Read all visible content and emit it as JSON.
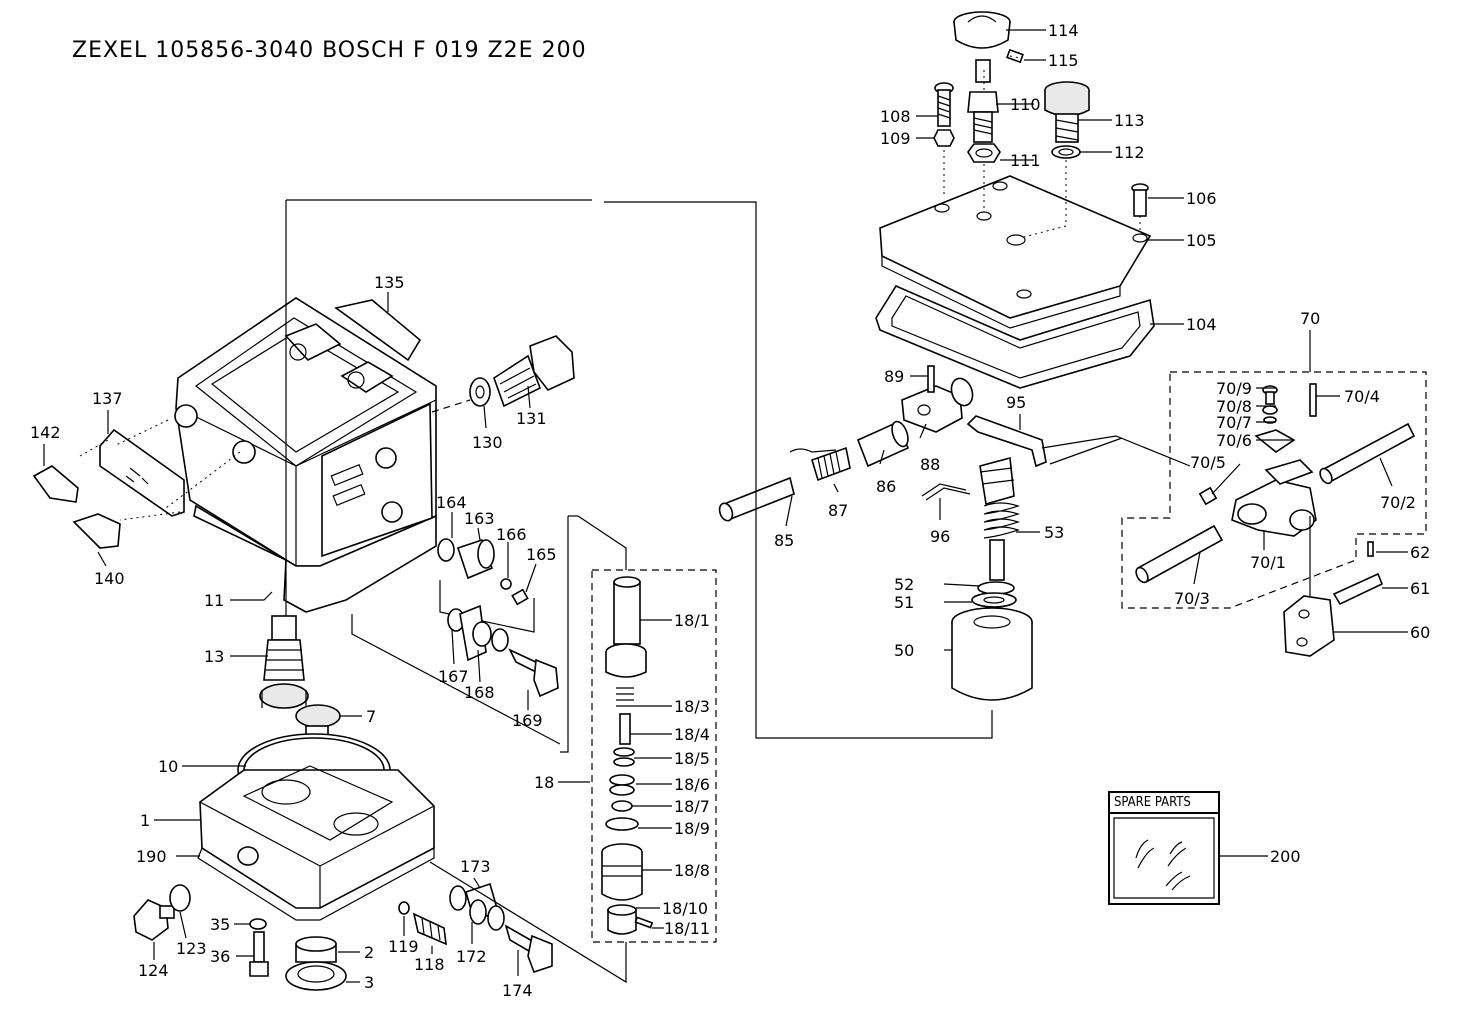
{
  "title": "ZEXEL 105856-3040 BOSCH F 019 Z2E 200",
  "spare_parts_label": "SPARE PARTS",
  "part_labels": {
    "p114": "114",
    "p115": "115",
    "p108": "108",
    "p110": "110",
    "p113": "113",
    "p109": "109",
    "p111": "111",
    "p112": "112",
    "p106": "106",
    "p105": "105",
    "p104": "104",
    "p70": "70",
    "p89": "89",
    "p95": "95",
    "p70_9": "70/9",
    "p70_4": "70/4",
    "p70_8": "70/8",
    "p70_7": "70/7",
    "p70_6": "70/6",
    "p70_5": "70/5",
    "p88": "88",
    "p86": "86",
    "p87": "87",
    "p85": "85",
    "p96": "96",
    "p53": "53",
    "p70_2": "70/2",
    "p70_1": "70/1",
    "p70_3": "70/3",
    "p62": "62",
    "p61": "61",
    "p60": "60",
    "p52": "52",
    "p51": "51",
    "p50": "50",
    "p200": "200",
    "p135": "135",
    "p137": "137",
    "p142": "142",
    "p140": "140",
    "p130": "130",
    "p131": "131",
    "p164": "164",
    "p163": "163",
    "p166": "166",
    "p165": "165",
    "p11": "11",
    "p13": "13",
    "p167": "167",
    "p168": "168",
    "p169": "169",
    "p7": "7",
    "p10": "10",
    "p1": "1",
    "p190": "190",
    "p173": "173",
    "p35": "35",
    "p36": "36",
    "p124": "124",
    "p123": "123",
    "p119": "119",
    "p118": "118",
    "p172": "172",
    "p174": "174",
    "p2": "2",
    "p3": "3",
    "p18": "18",
    "p18_1": "18/1",
    "p18_3": "18/3",
    "p18_4": "18/4",
    "p18_5": "18/5",
    "p18_6": "18/6",
    "p18_7": "18/7",
    "p18_9": "18/9",
    "p18_8": "18/8",
    "p18_10": "18/10",
    "p18_11": "18/11"
  }
}
